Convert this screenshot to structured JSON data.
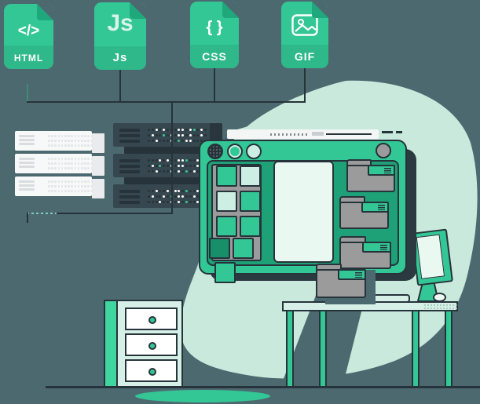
{
  "illustration_title": "web files and servers concept illustration",
  "colors": {
    "background": "#4d6970",
    "outline": "#27333a",
    "green": "#33c795",
    "green_deep": "#1fa87b",
    "green_dark": "#17906a",
    "inner_screen": "#1ea176",
    "mint": "#cdeee3",
    "mint_pale": "#e9f8f1",
    "blob": "#c9e9dc",
    "folder_gray": "#9b9b9b",
    "server_dark": "#37474f",
    "server_light": "#f7f8f8",
    "led": {
      "d": "#27333a",
      "w": "#ffffff",
      "g": "#33c795",
      "l": "#e2e6e8"
    }
  },
  "badges": [
    {
      "id": "html",
      "glyph": "</>",
      "label": "HTML"
    },
    {
      "id": "js",
      "glyph": "Js",
      "label": "Js"
    },
    {
      "id": "css",
      "glyph": "{ }",
      "label": "CSS"
    },
    {
      "id": "gif",
      "glyph": "",
      "label": "GIF",
      "icon": "image-icon"
    }
  ],
  "servers": {
    "dark_led_rows": [
      [
        "ddwdwdddwwdwgdwd",
        "dwddgdwdwwdwddwd",
        "ddwdddwdgdwwdddd"
      ],
      [
        "dddwdwddwwgddwdd",
        "dwdgddwdwwdddwdw",
        "ddwdddwdwdgdwddd"
      ],
      [
        "ddwddwdwwdgddwdw",
        "dwddwdgdwwddwddd",
        "dddwddwdwdgddwdd"
      ]
    ],
    "light_rows": 3,
    "light_dots_per_row": 14
  },
  "monitor": {
    "panel_squares": [
      [
        "g",
        "m"
      ],
      [
        "m",
        "g"
      ],
      [
        "g",
        "g"
      ],
      [
        "k",
        "g"
      ]
    ],
    "square_color_map": {
      "g": "#33c795",
      "m": "#cdeee3",
      "k": "#17906a"
    }
  }
}
